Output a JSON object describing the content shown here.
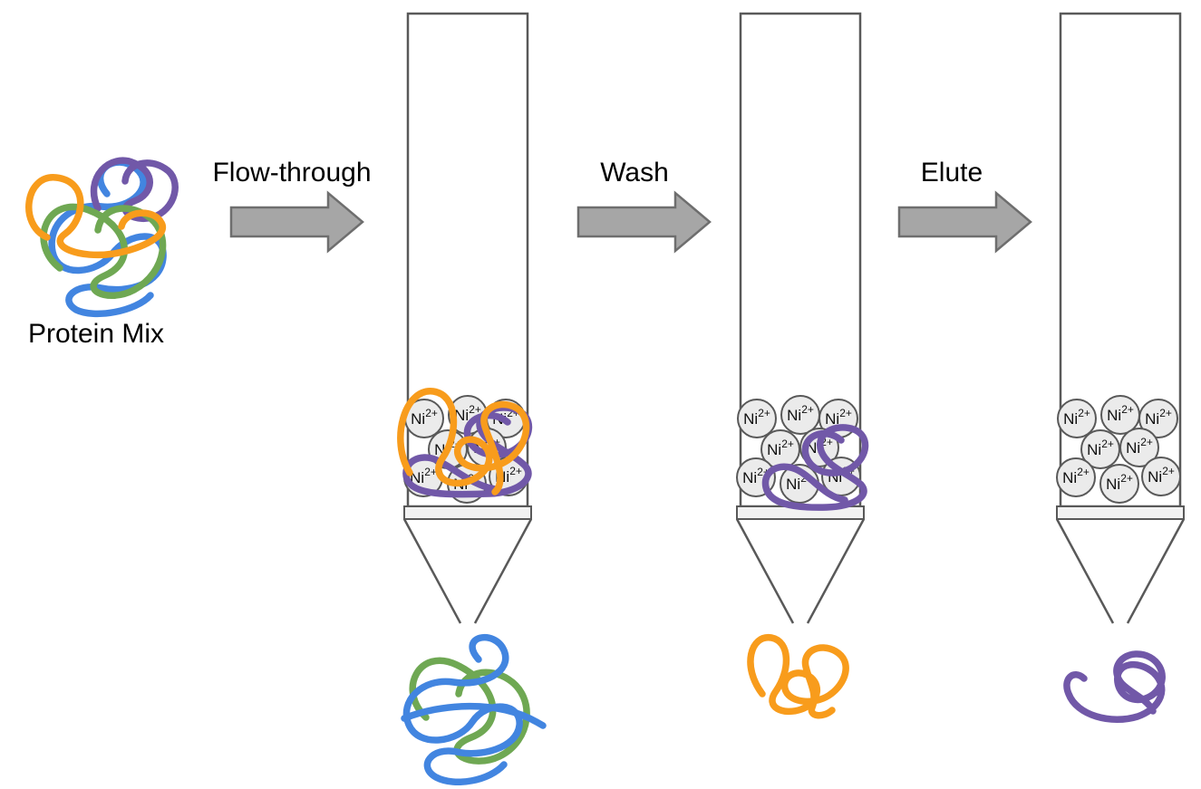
{
  "labels": {
    "protein_mix": "Protein Mix"
  },
  "steps": [
    {
      "label": "Flow-through"
    },
    {
      "label": "Wash"
    },
    {
      "label": "Elute"
    }
  ],
  "bead": {
    "symbol": "Ni",
    "charge": "2+"
  },
  "colors": {
    "orange": "#F89C1C",
    "purple": "#7158A8",
    "blue": "#4285E0",
    "green": "#6FA853",
    "arrow_fill": "#A6A6A6",
    "arrow_stroke": "#6E6E6E",
    "outline": "#595959",
    "bead_fill": "#EBEBEB",
    "frit_fill": "#F2F2F2",
    "text": "#000000"
  },
  "columns": [
    {
      "name": "flow-through-column",
      "bound_proteins": [
        "orange",
        "purple"
      ]
    },
    {
      "name": "wash-column",
      "bound_proteins": [
        "purple"
      ]
    },
    {
      "name": "elute-column",
      "bound_proteins": []
    }
  ],
  "outputs": [
    {
      "name": "flow-through-output",
      "proteins": [
        "blue",
        "green"
      ]
    },
    {
      "name": "wash-output",
      "proteins": [
        "orange"
      ]
    },
    {
      "name": "elute-output",
      "proteins": [
        "purple"
      ]
    }
  ]
}
